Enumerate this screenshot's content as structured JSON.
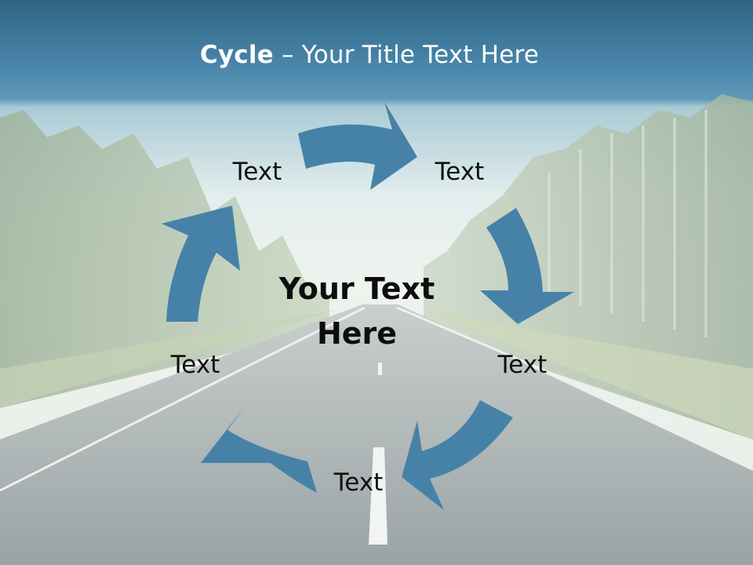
{
  "slide": {
    "title_bold": "Cycle",
    "title_rest": " – Your Title Text Here",
    "center_text_line1": "Your Text",
    "center_text_line2": "Here"
  },
  "cycle": {
    "nodes": [
      {
        "label": "Text"
      },
      {
        "label": "Text"
      },
      {
        "label": "Text"
      },
      {
        "label": "Text"
      },
      {
        "label": "Text"
      }
    ]
  },
  "colors": {
    "arrow": "#4682a8",
    "header_top": "#2f6583",
    "header_bottom": "#4f8fb3"
  }
}
